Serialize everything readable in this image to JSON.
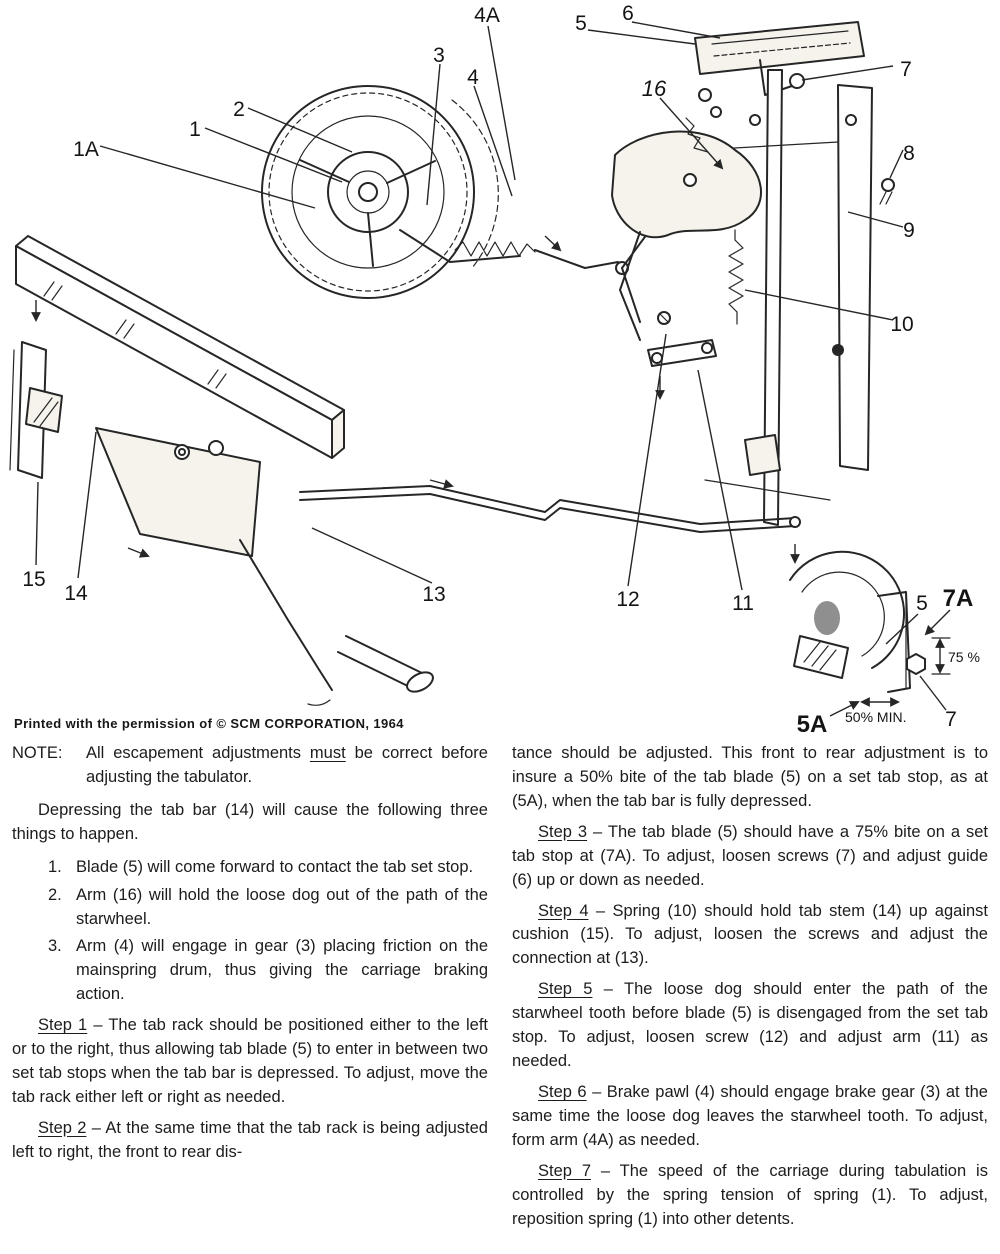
{
  "caption": "Printed with the permission of © SCM CORPORATION, 1964",
  "note": {
    "label": "NOTE:",
    "before": "All escapement adjustments ",
    "underlined": "must",
    "after": " be correct before adjusting the tabulator."
  },
  "intro": "Depressing the tab bar (14) will cause the following three things to happen.",
  "list_items": [
    {
      "num": "1.",
      "text": "Blade (5) will come forward to contact the tab set stop."
    },
    {
      "num": "2.",
      "text": "Arm (16) will hold the loose dog out of the path of the starwheel."
    },
    {
      "num": "3.",
      "text": "Arm (4) will engage in gear (3) placing friction on the mainspring drum, thus giving the carriage braking action."
    }
  ],
  "left_steps": [
    {
      "label": "Step 1",
      "text": " – The tab rack should be positioned either to the left or to the right, thus allowing tab blade (5) to enter in between two set tab stops when the tab bar is depressed. To adjust, move the tab rack either left or right as needed."
    },
    {
      "label": "Step 2",
      "text": " – At the same time that the tab rack is being adjusted left to right, the front to rear dis-"
    }
  ],
  "right_continuation": "tance should be adjusted. This front to rear adjustment is to insure a 50% bite of the tab blade (5) on a set tab stop, as at (5A), when the tab bar is fully depressed.",
  "right_steps": [
    {
      "label": "Step 3",
      "text": " – The tab blade (5) should have a 75% bite on a set tab stop at (7A). To adjust, loosen screws (7) and adjust guide (6) up or down as needed."
    },
    {
      "label": "Step 4",
      "text": " – Spring (10) should hold tab stem (14) up against cushion (15). To adjust, loosen the screws and adjust the connection at (13)."
    },
    {
      "label": "Step 5",
      "text": " – The loose dog should enter the path of the starwheel tooth before blade (5) is disengaged from the set tab stop. To adjust, loosen screw (12) and adjust arm (11) as needed."
    },
    {
      "label": "Step 6",
      "text": " – Brake pawl (4) should engage brake gear (3) at the same time the loose dog leaves the starwheel tooth. To adjust, form arm (4A) as needed."
    },
    {
      "label": "Step 7",
      "text": " – The speed of the carriage during tabulation is controlled by the spring tension of spring (1). To adjust, reposition spring (1) into other detents."
    }
  ],
  "diagram": {
    "callouts": [
      {
        "label": "1A"
      },
      {
        "label": "1"
      },
      {
        "label": "2"
      },
      {
        "label": "3"
      },
      {
        "label": "4"
      },
      {
        "label": "4A"
      },
      {
        "label": "5"
      },
      {
        "label": "6"
      },
      {
        "label": "7"
      },
      {
        "label": "16"
      },
      {
        "label": "8"
      },
      {
        "label": "9"
      },
      {
        "label": "10"
      },
      {
        "label": "15"
      },
      {
        "label": "14"
      },
      {
        "label": "13"
      },
      {
        "label": "12"
      },
      {
        "label": "11"
      },
      {
        "label": "5A"
      },
      {
        "label": "7A"
      },
      {
        "label": "5"
      },
      {
        "label": "7"
      }
    ],
    "inset": {
      "bite75": "75 %",
      "bite50": "50% MIN."
    }
  }
}
